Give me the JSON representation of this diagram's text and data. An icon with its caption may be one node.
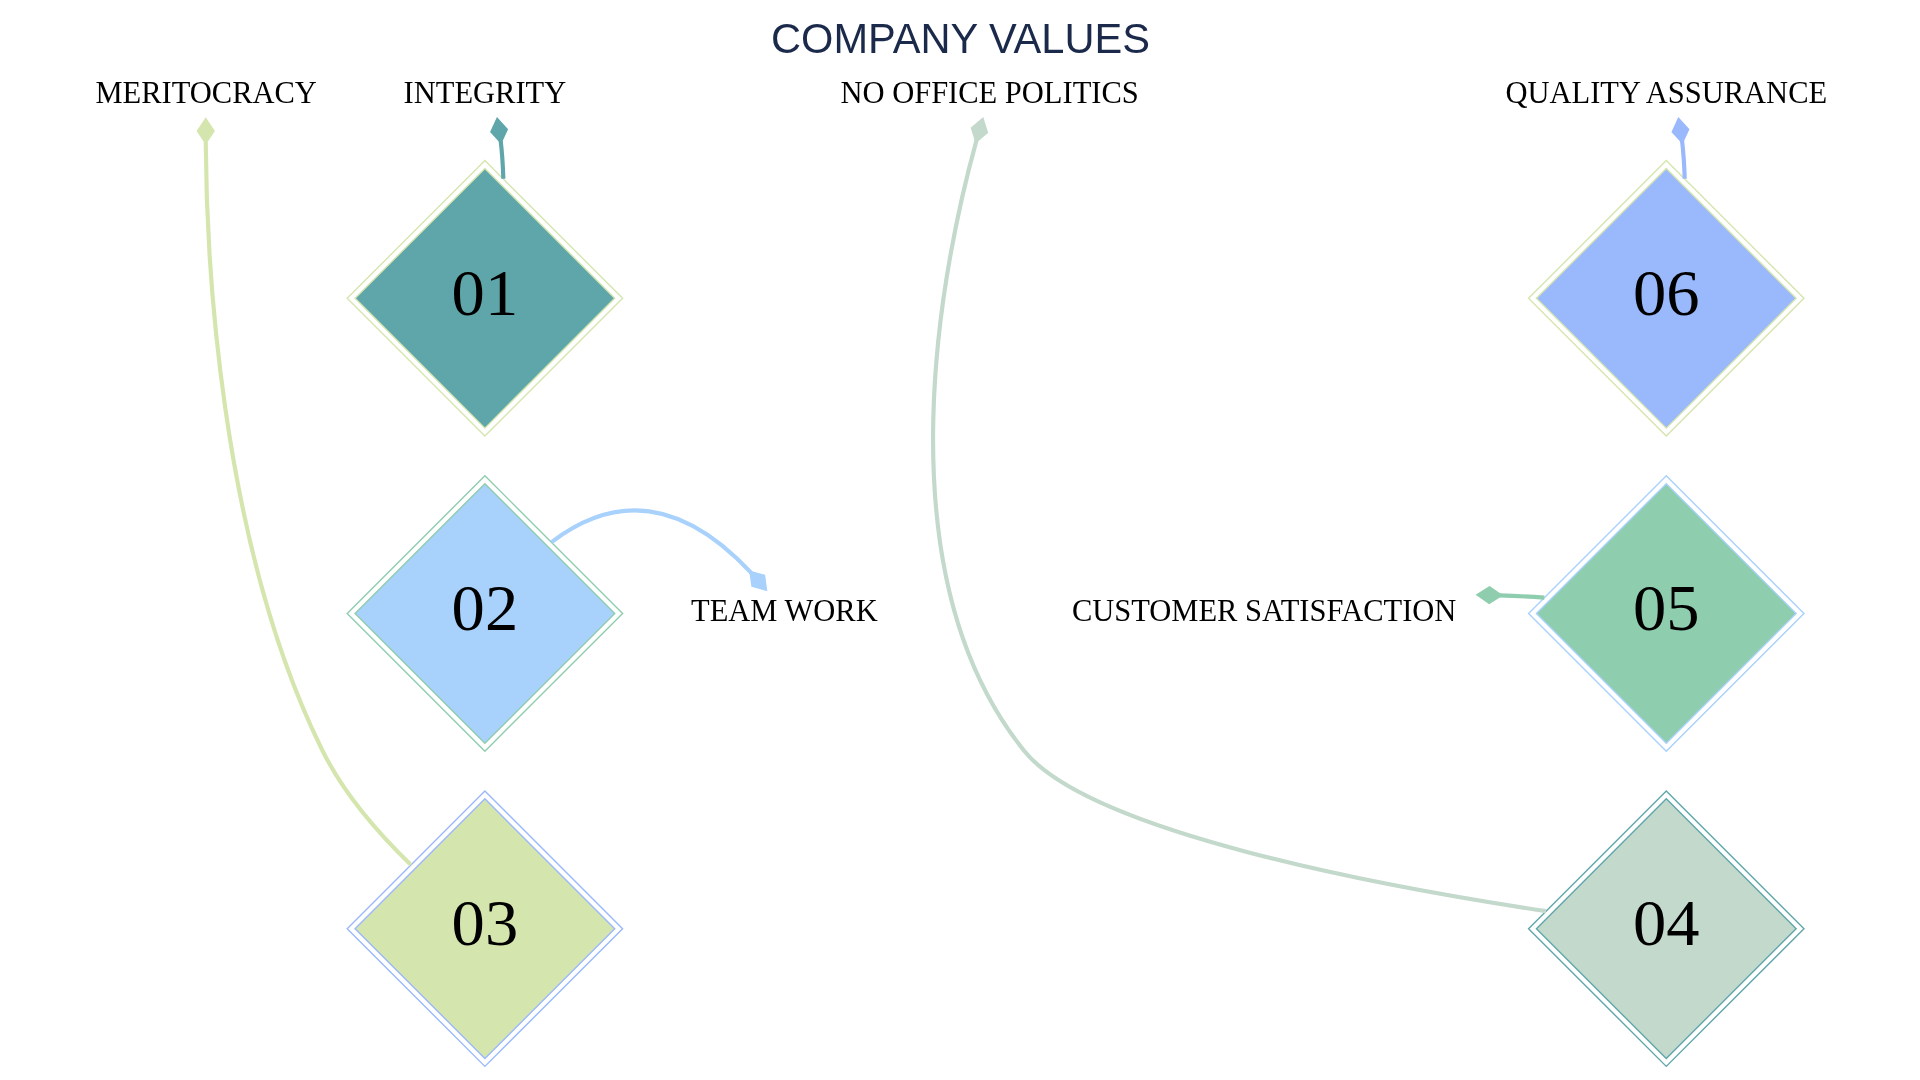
{
  "diagram": {
    "title": "COMPANY VALUES",
    "nodes": [
      {
        "text": [
          "01"
        ]
      },
      {
        "text": [
          "02"
        ]
      },
      {
        "text": [
          "03"
        ]
      },
      {
        "text": [
          "04"
        ]
      },
      {
        "text": [
          "05"
        ]
      },
      {
        "text": [
          "06"
        ]
      },
      {
        "text": [
          "INTEGRITY"
        ]
      },
      {
        "text": [
          "TEAM WORK"
        ]
      },
      {
        "text": [
          "MERITOCRACY"
        ]
      },
      {
        "text": [
          "NO OFFICE POLITICS"
        ]
      },
      {
        "text": [
          "CUSTOMER SATISFACTION"
        ]
      },
      {
        "text": [
          "QUALITY ASSURANCE"
        ]
      }
    ],
    "edges": [
      {
        "from": 0,
        "to": 6,
        "arrow": "other",
        "color": "#5fa6aa"
      },
      {
        "from": 1,
        "to": 7,
        "arrow": "other",
        "color": "#a8d1fc"
      },
      {
        "from": 2,
        "to": 8,
        "arrow": "other",
        "color": "#d5e5ae"
      },
      {
        "from": 3,
        "to": 9,
        "arrow": "other",
        "color": "#c3d9cc"
      },
      {
        "from": 4,
        "to": 10,
        "arrow": "other",
        "color": "#8ecdae"
      },
      {
        "from": 5,
        "to": 11,
        "arrow": "other",
        "color": "#9ab8fc"
      }
    ]
  }
}
